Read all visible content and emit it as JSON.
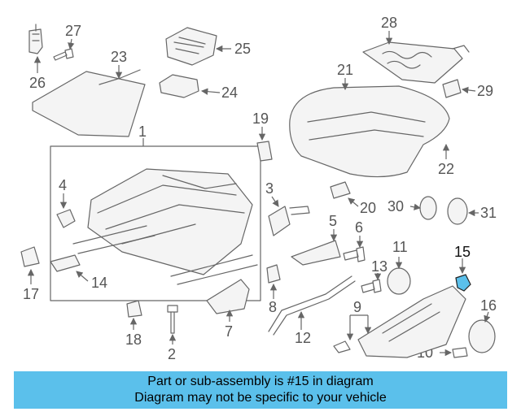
{
  "diagram": {
    "highlighted_part": "15",
    "highlight_color": "#5bc0eb",
    "callouts": {
      "c1": "1",
      "c2": "2",
      "c3": "3",
      "c4": "4",
      "c5": "5",
      "c6": "6",
      "c7": "7",
      "c8": "8",
      "c9": "9",
      "c10": "10",
      "c11": "11",
      "c12": "12",
      "c13": "13",
      "c14": "14",
      "c15": "15",
      "c16": "16",
      "c17": "17",
      "c18": "18",
      "c19": "19",
      "c20": "20",
      "c21": "21",
      "c22": "22",
      "c23": "23",
      "c24": "24",
      "c25": "25",
      "c26": "26",
      "c27": "27",
      "c28": "28",
      "c29": "29",
      "c30": "30",
      "c31": "31"
    }
  },
  "caption": {
    "line1": "Part or sub-assembly is #15 in diagram",
    "line2": "Diagram may not be specific to your vehicle",
    "background": "#5bc0eb"
  }
}
